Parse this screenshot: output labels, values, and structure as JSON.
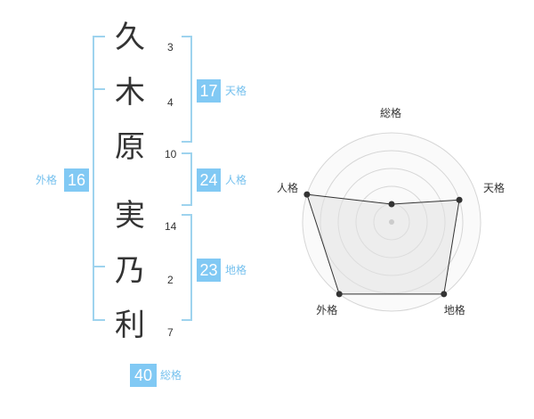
{
  "characters": [
    {
      "char": "久",
      "strokes": "3"
    },
    {
      "char": "木",
      "strokes": "4"
    },
    {
      "char": "原",
      "strokes": "10"
    },
    {
      "char": "実",
      "strokes": "14"
    },
    {
      "char": "乃",
      "strokes": "2"
    },
    {
      "char": "利",
      "strokes": "7"
    }
  ],
  "kaku": {
    "tenkaku": {
      "value": "17",
      "label": "天格"
    },
    "jinkaku": {
      "value": "24",
      "label": "人格"
    },
    "chikaku": {
      "value": "23",
      "label": "地格"
    },
    "gaikaku": {
      "value": "16",
      "label": "外格"
    },
    "soukaku": {
      "value": "40",
      "label": "総格"
    }
  },
  "colors": {
    "bracket": "#9ed3ee",
    "badge": "#81c9f4",
    "badge_label": "#76c1ee",
    "radar_fill": "#f2f2f2",
    "radar_grid": "#d6d6d6"
  },
  "chart_data": {
    "type": "radar",
    "axes": [
      "総格",
      "天格",
      "地格",
      "外格",
      "人格"
    ],
    "levels": 5,
    "range": [
      0,
      5
    ],
    "values": [
      1,
      4,
      5,
      5,
      5
    ]
  }
}
